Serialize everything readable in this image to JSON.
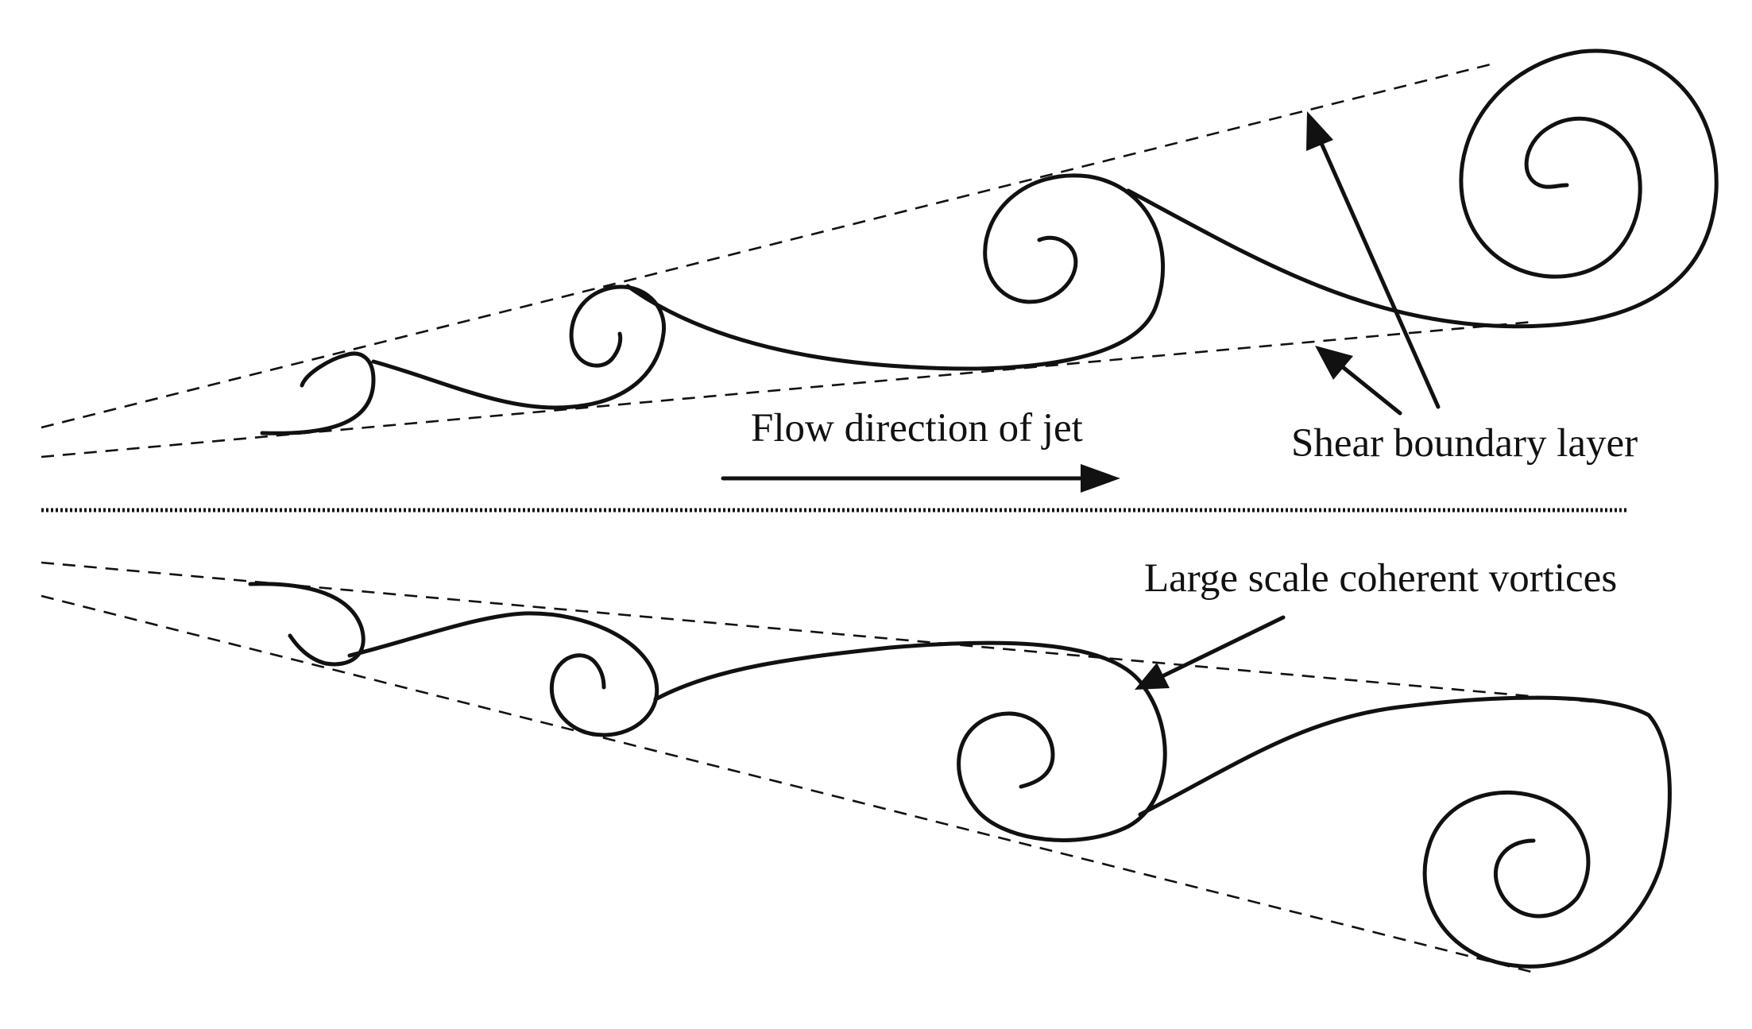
{
  "labels": {
    "flow_direction": "Flow direction of jet",
    "shear_layer": "Shear boundary layer",
    "vortices": "Large scale coherent vortices"
  },
  "colors": {
    "stroke": "#111111",
    "background": "#ffffff"
  }
}
